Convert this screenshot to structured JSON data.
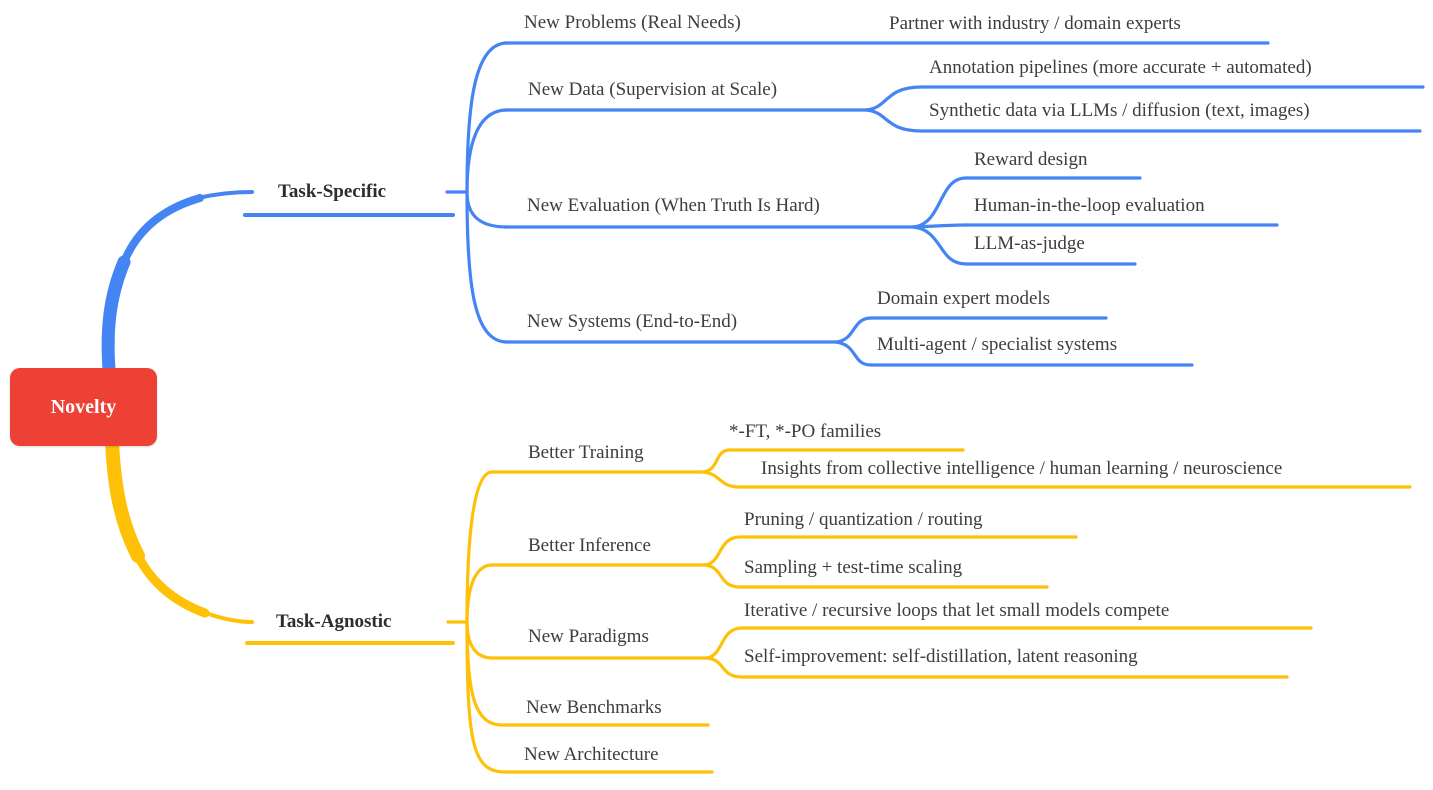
{
  "mindmap": {
    "root": {
      "label": "Novelty"
    },
    "branches": [
      {
        "label": "Task-Specific",
        "children": [
          {
            "label": "New Problems (Real Needs)",
            "children": [
              {
                "label": "Partner with industry / domain experts"
              }
            ]
          },
          {
            "label": "New Data (Supervision at Scale)",
            "children": [
              {
                "label": "Annotation pipelines (more accurate + automated)"
              },
              {
                "label": "Synthetic data via LLMs / diffusion (text, images)"
              }
            ]
          },
          {
            "label": "New Evaluation (When Truth Is Hard)",
            "children": [
              {
                "label": "Reward design"
              },
              {
                "label": "Human-in-the-loop evaluation"
              },
              {
                "label": "LLM-as-judge"
              }
            ]
          },
          {
            "label": "New Systems (End-to-End)",
            "children": [
              {
                "label": "Domain expert models"
              },
              {
                "label": "Multi-agent / specialist systems"
              }
            ]
          }
        ]
      },
      {
        "label": "Task-Agnostic",
        "children": [
          {
            "label": "Better Training",
            "children": [
              {
                "label": "*-FT, *-PO families"
              },
              {
                "label": "Insights from collective intelligence / human learning / neuroscience"
              }
            ]
          },
          {
            "label": "Better Inference",
            "children": [
              {
                "label": "Pruning / quantization / routing"
              },
              {
                "label": "Sampling + test-time scaling"
              }
            ]
          },
          {
            "label": "New Paradigms",
            "children": [
              {
                "label": "Iterative / recursive loops that let small models compete"
              },
              {
                "label": "Self-improvement: self-distillation, latent reasoning"
              }
            ]
          },
          {
            "label": "New Benchmarks"
          },
          {
            "label": "New Architecture"
          }
        ]
      }
    ]
  },
  "colors": {
    "branch_blue": "#4484F3",
    "branch_yellow": "#FFC008",
    "root_red": "#EE4136"
  }
}
